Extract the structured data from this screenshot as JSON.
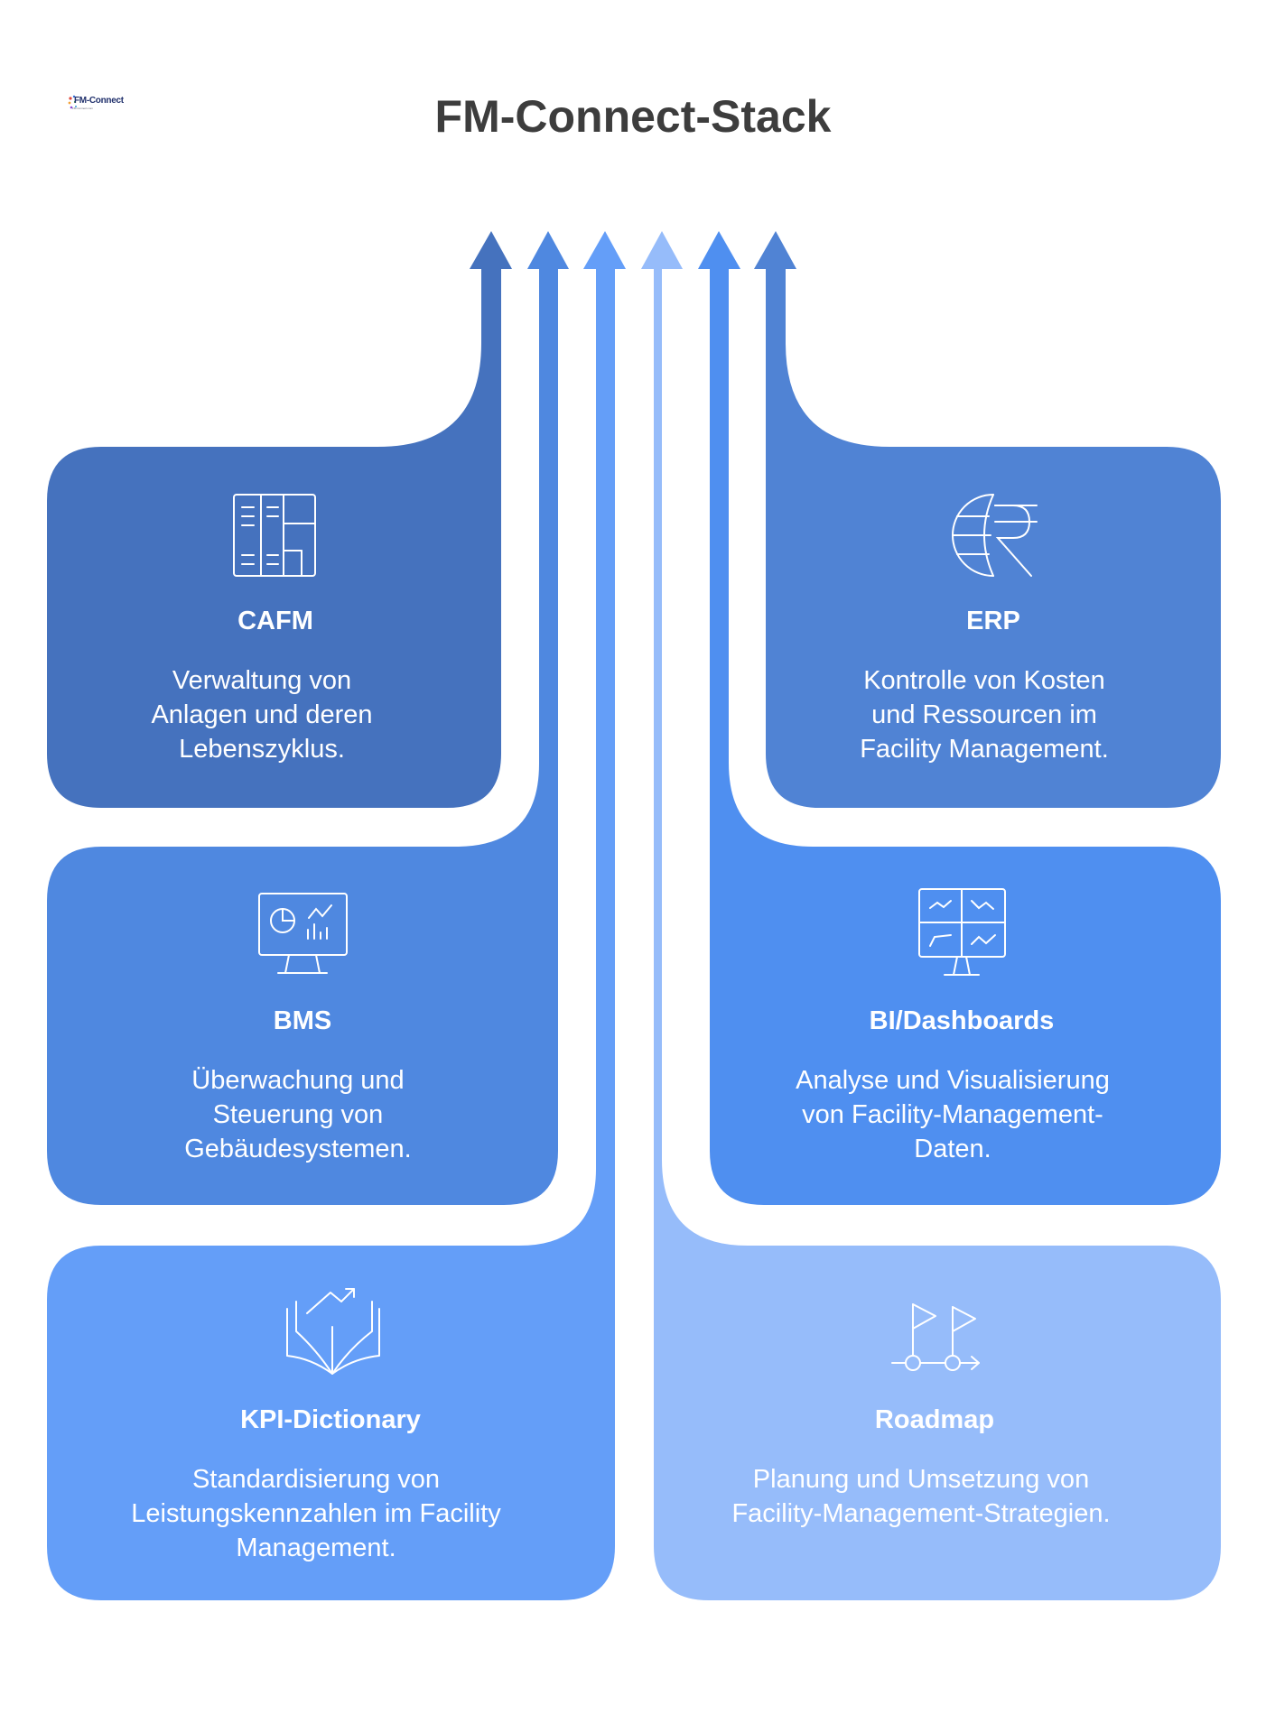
{
  "title": "FM-Connect-Stack",
  "logo": {
    "text": "FM-Connect",
    "alt": "FM-Connect.com"
  },
  "colors": {
    "cafm": "#4572be",
    "erp": "#5083d4",
    "bms": "#4f88e0",
    "bi": "#4f8ff0",
    "kpi": "#649ef8",
    "roadmap": "#96bcfa",
    "title": "#3d3d3d"
  },
  "cards": [
    {
      "id": "cafm",
      "icon": "floorplan-icon",
      "title": "CAFM",
      "lines": [
        "Verwaltung von",
        "Anlagen und deren",
        "Lebenszyklus."
      ]
    },
    {
      "id": "erp",
      "icon": "rupee-globe-icon",
      "title": "ERP",
      "lines": [
        "Kontrolle von Kosten",
        "und Ressourcen im",
        "Facility Management."
      ]
    },
    {
      "id": "bms",
      "icon": "monitor-chart-icon",
      "title": "BMS",
      "lines": [
        "Überwachung und",
        "Steuerung von",
        "Gebäudesystemen."
      ]
    },
    {
      "id": "bi",
      "icon": "dashboard-monitor-icon",
      "title": "BI/Dashboards",
      "lines": [
        "Analyse und Visualisierung",
        "von Facility-Management-",
        "Daten."
      ]
    },
    {
      "id": "kpi",
      "icon": "book-trend-icon",
      "title": "KPI-Dictionary",
      "lines": [
        "Standardisierung von",
        "Leistungskennzahlen im Facility",
        "Management."
      ]
    },
    {
      "id": "roadmap",
      "icon": "milestone-flags-icon",
      "title": "Roadmap",
      "lines": [
        "Planung und Umsetzung von",
        "Facility-Management-Strategien."
      ]
    }
  ]
}
